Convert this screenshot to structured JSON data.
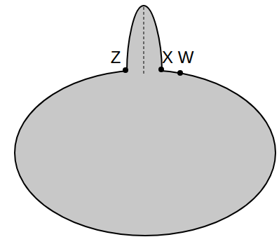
{
  "diagram": {
    "labels": [
      "Z",
      "X",
      "W"
    ]
  }
}
